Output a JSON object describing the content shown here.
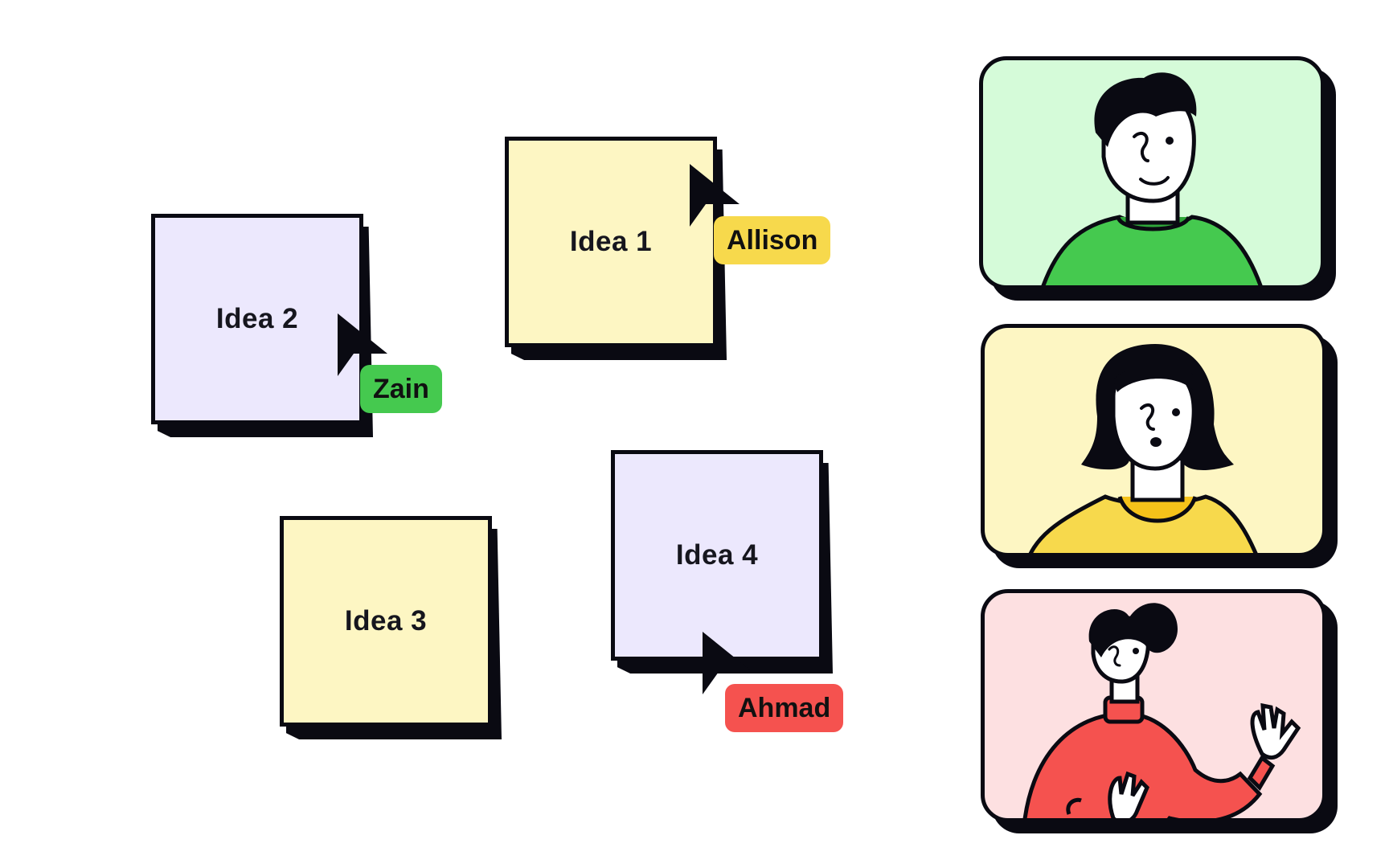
{
  "notes": [
    {
      "label": "Idea 1",
      "color": "#fdf6c3"
    },
    {
      "label": "Idea 2",
      "color": "#ece8fd"
    },
    {
      "label": "Idea 3",
      "color": "#fdf6c3"
    },
    {
      "label": "Idea 4",
      "color": "#ece8fd"
    }
  ],
  "collaborators": [
    {
      "name": "Allison",
      "color": "#f7d94c"
    },
    {
      "name": "Zain",
      "color": "#45c94f"
    },
    {
      "name": "Ahmad",
      "color": "#f5524f"
    }
  ],
  "video_tiles": [
    {
      "person": "man-avatar",
      "background": "#d5fbd9",
      "shirt": "#45c94f"
    },
    {
      "person": "woman-avatar",
      "background": "#fdf6c3",
      "shirt": "#f7d94c"
    },
    {
      "person": "waving-man-avatar",
      "background": "#fde0e1",
      "shirt": "#f5524f"
    }
  ]
}
